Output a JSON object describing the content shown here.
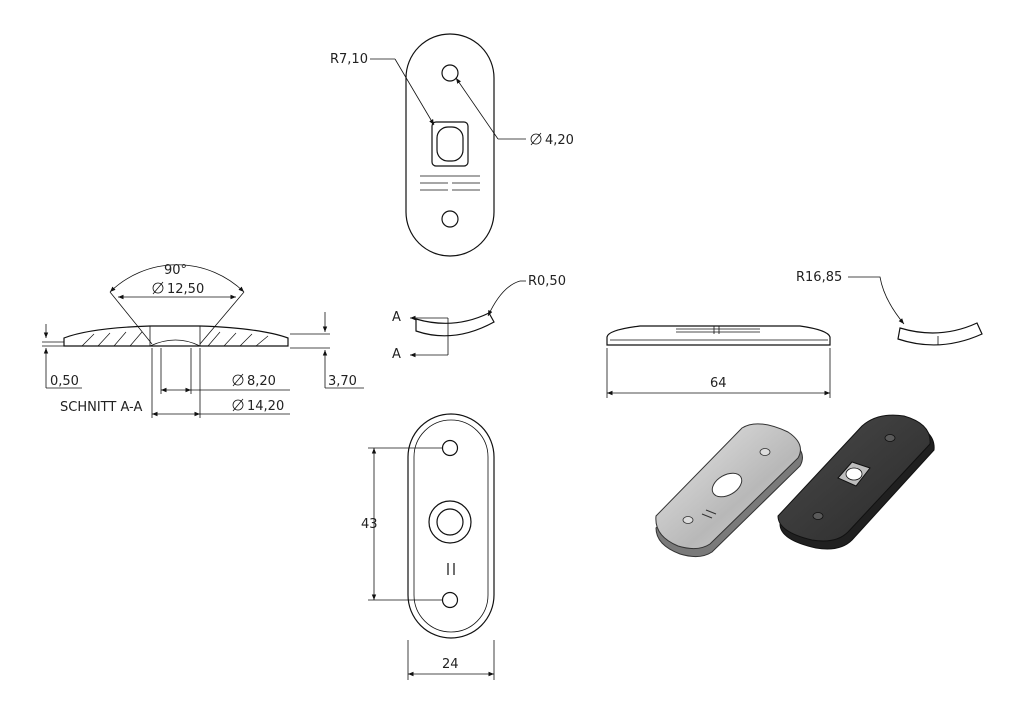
{
  "dimensions": {
    "r_7_10": "R7,10",
    "dia_4_20": "4,20",
    "angle_90": "90°",
    "dia_12_50": "12,50",
    "t_0_50": "0,50",
    "dia_8_20": "8,20",
    "t_3_70": "3,70",
    "dia_14_20": "14,20",
    "r_0_50": "R0,50",
    "r_16_85": "R16,85",
    "len_64": "64",
    "len_43": "43",
    "len_24": "24"
  },
  "labels": {
    "section": "SCHNITT A-A",
    "section_a_top": "A",
    "section_a_bottom": "A",
    "diameter_symbol": "Ø"
  },
  "colors": {
    "line": "#111111",
    "iso_grey_top": "#c9c9c9",
    "iso_grey_edge": "#7a7a7a",
    "iso_dark_top": "#3a3a3a",
    "iso_dark_edge": "#202020"
  }
}
